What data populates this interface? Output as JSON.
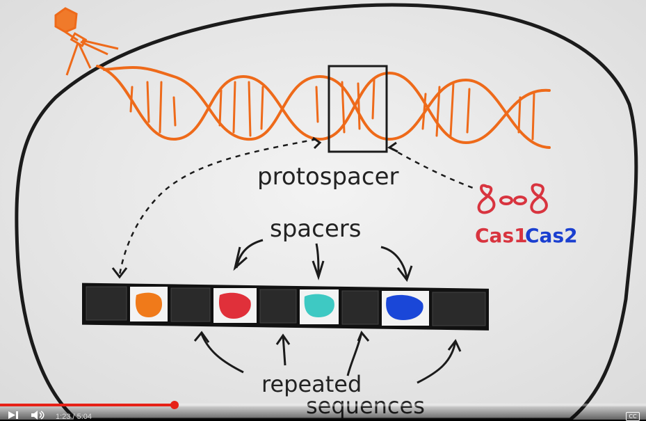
{
  "labels": {
    "protospacer": "protospacer",
    "spacers": "spacers",
    "repeated": "repeated",
    "sequences": "sequences",
    "cas1": "Cas1",
    "cas2": "Cas2"
  },
  "colors": {
    "dna": "#f07a2a",
    "cas1": "#d8343f",
    "cas2": "#1a3fd0",
    "progress": "#e62117",
    "spacer_colors": [
      "#f07a1a",
      "#e0303a",
      "#3ec9c3",
      "#1a47d8"
    ]
  },
  "player": {
    "time": "1:23 / 5:04",
    "progress": 0.27,
    "cc_label": "CC",
    "play_icon": "play-icon",
    "volume_icon": "volume-icon"
  }
}
